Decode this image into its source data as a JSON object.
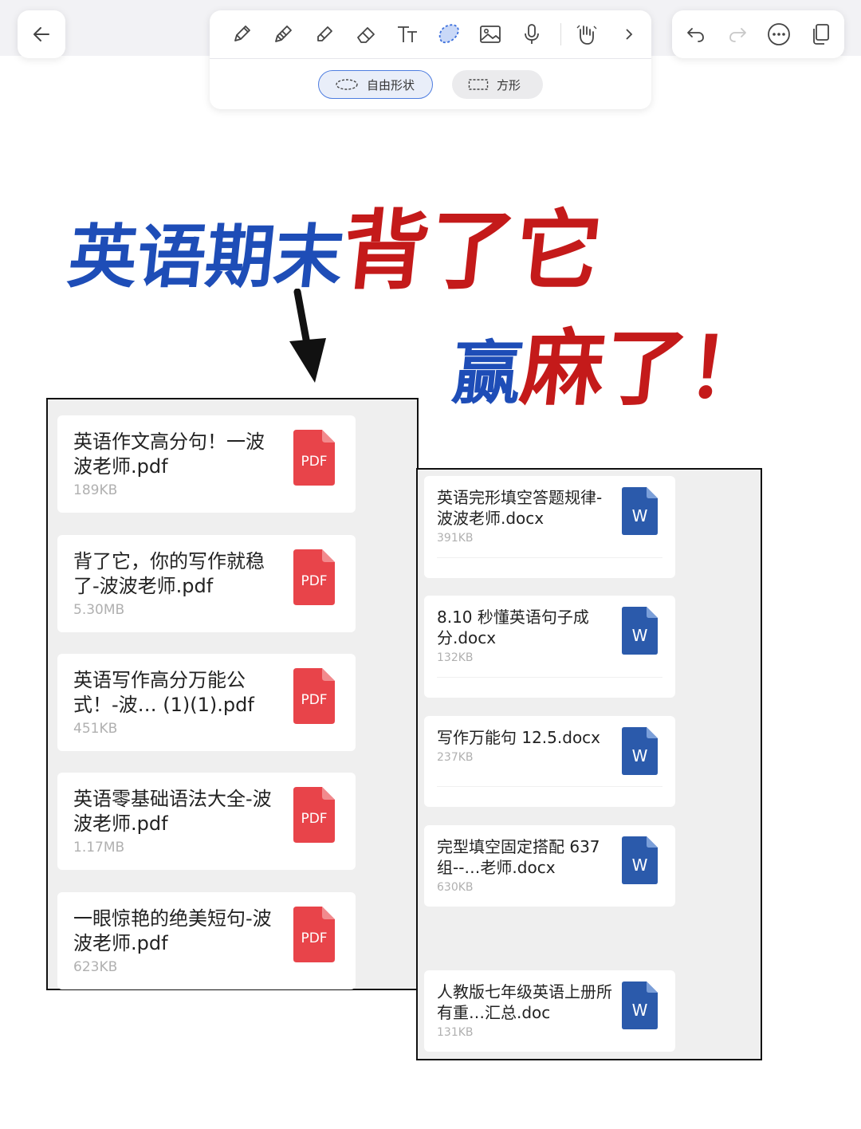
{
  "toolbar": {
    "selection_modes": [
      {
        "label": "自由形状",
        "active": true
      },
      {
        "label": "方形",
        "active": false
      }
    ]
  },
  "headline": {
    "line1_blue": "英语期末",
    "line1_red": "背了它",
    "line2_blue": "赢",
    "line2_red": "麻了！"
  },
  "left_files": [
    {
      "name": "英语作文高分句！一波波老师.pdf",
      "size": "189KB",
      "type": "PDF"
    },
    {
      "name": "背了它，你的写作就稳了-波波老师.pdf",
      "size": "5.30MB",
      "type": "PDF"
    },
    {
      "name": "英语写作高分万能公式！-波… (1)(1).pdf",
      "size": "451KB",
      "type": "PDF"
    },
    {
      "name": "英语零基础语法大全-波波老师.pdf",
      "size": "1.17MB",
      "type": "PDF"
    },
    {
      "name": "一眼惊艳的绝美短句-波波老师.pdf",
      "size": "623KB",
      "type": "PDF"
    }
  ],
  "right_files": [
    {
      "name": "英语完形填空答题规律-波波老师.docx",
      "size": "391KB",
      "type": "W"
    },
    {
      "name": "8.10 秒懂英语句子成分.docx",
      "size": "132KB",
      "type": "W"
    },
    {
      "name": "写作万能句 12.5.docx",
      "size": "237KB",
      "type": "W"
    },
    {
      "name": "完型填空固定搭配 637组--…老师.docx",
      "size": "630KB",
      "type": "W"
    },
    {
      "name": "人教版七年级英语上册所有重…汇总.doc",
      "size": "131KB",
      "type": "W"
    }
  ],
  "colors": {
    "headline_blue": "#1e4db7",
    "headline_red": "#c41a1a",
    "pdf_red": "#e8444a",
    "word_blue": "#2b5aab"
  }
}
